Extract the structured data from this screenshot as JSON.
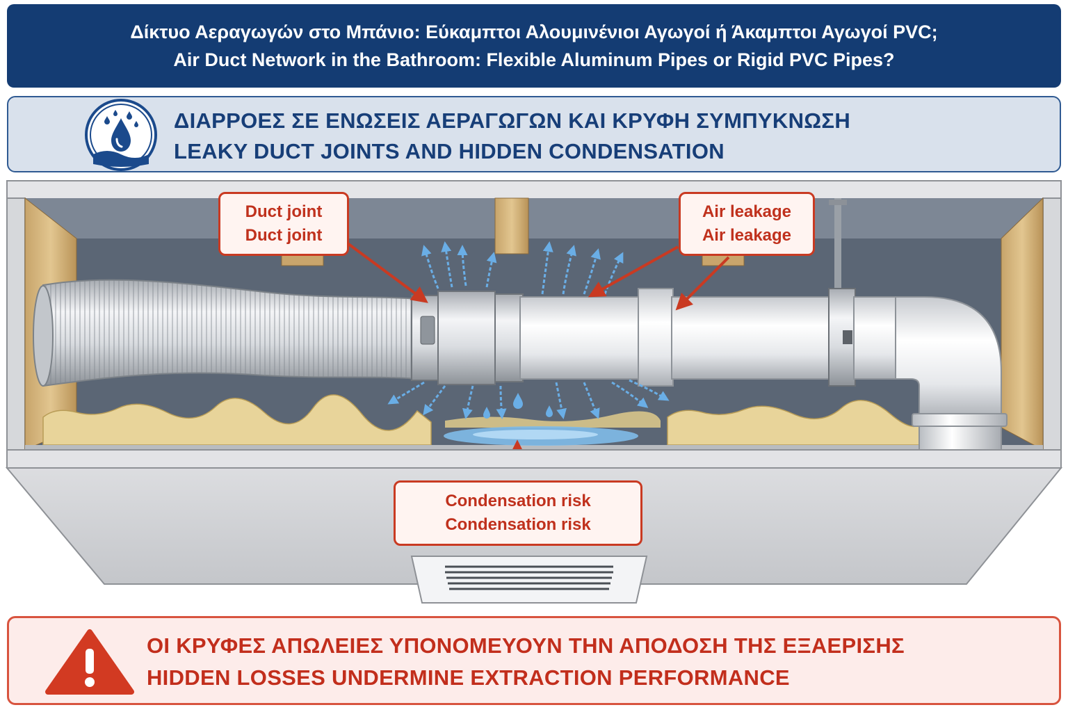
{
  "header": {
    "title_gr": "Δίκτυο Αεραγωγών στο Μπάνιο: Εύκαμπτοι Αλουμινένιοι Αγωγοί ή Άκαμπτοι Αγωγοί PVC;",
    "title_en": "Air Duct Network in the Bathroom: Flexible Aluminum Pipes or Rigid PVC Pipes?"
  },
  "section": {
    "title_gr": "ΔΙΑΡΡΟΕΣ ΣΕ ΕΝΩΣΕΙΣ ΑΕΡΑΓΩΓΩΝ ΚΑΙ ΚΡΥΦΗ ΣΥΜΠΥΚΝΩΣΗ",
    "title_en": "LEAKY DUCT JOINTS AND HIDDEN CONDENSATION",
    "icon": "water-drop-icon"
  },
  "callouts": {
    "duct_joint": {
      "line1": "Duct joint",
      "line2": "Duct joint"
    },
    "air_leakage": {
      "line1": "Air leakage",
      "line2": "Air leakage"
    },
    "condensation": {
      "line1": "Condensation risk",
      "line2": "Condensation risk"
    }
  },
  "footer": {
    "text_gr": "ΟΙ ΚΡΥΦΕΣ ΑΠΩΛΕΙΕΣ ΥΠΟΝΟΜΕΥΟΥΝ ΤΗΝ ΑΠΟΔΟΣΗ ΤΗΣ ΕΞΑΕΡΙΣΗΣ",
    "text_en": "HIDDEN LOSSES UNDERMINE EXTRACTION PERFORMANCE",
    "icon": "warning-icon"
  },
  "colors": {
    "header_bg": "#143c73",
    "section_bg": "#d9e1ec",
    "accent_red": "#c93a22",
    "footer_bg": "#fdecea"
  }
}
